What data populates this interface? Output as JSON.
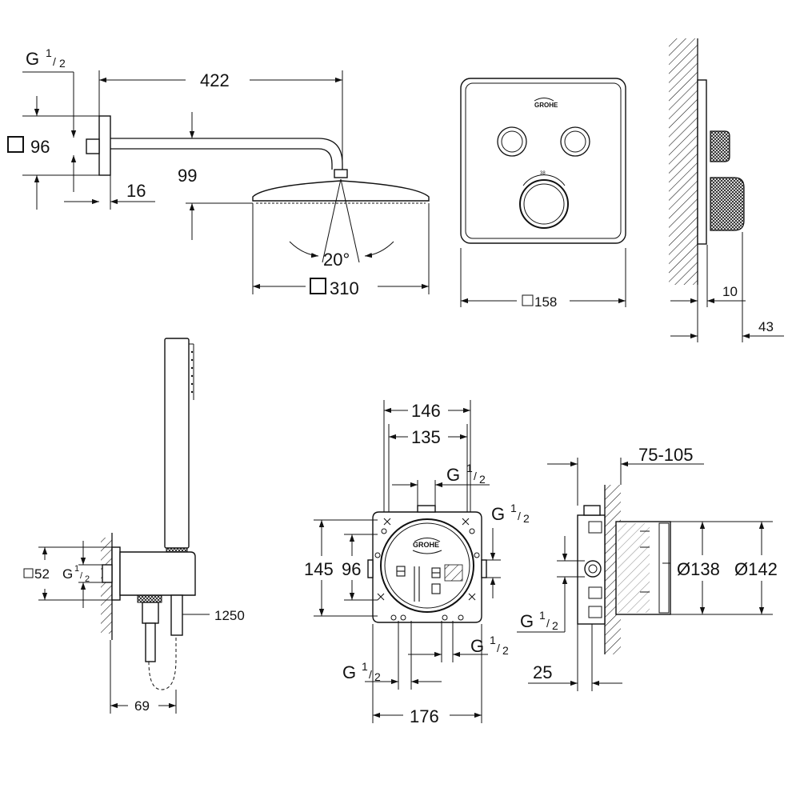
{
  "shower_head": {
    "thread_label": "G",
    "thread_fraction_num": "1",
    "thread_fraction_den": "2",
    "arm_length": "422",
    "wall_square": "96",
    "flange_depth": "16",
    "drop_height": "99",
    "tilt_angle": "20°",
    "head_square": "310"
  },
  "control_plate": {
    "brand": "GROHE",
    "scale_mark": "38",
    "plate_square": "158",
    "button_gap": "10",
    "handle_depth": "43"
  },
  "hand_shower": {
    "outlet_square": "52",
    "thread_label": "G",
    "thread_fraction_num": "1",
    "thread_fraction_den": "2",
    "hose_length": "1250",
    "outlet_depth": "69"
  },
  "rough_in_box": {
    "brand": "GROHE",
    "width_outer": "146",
    "width_inner": "135",
    "height_outer": "145",
    "height_inner": "96",
    "bottom_width": "176",
    "thread_label": "G",
    "thread_fraction_num": "1",
    "thread_fraction_den": "2"
  },
  "box_side": {
    "install_depth": "75-105",
    "diameter_inner": "Ø138",
    "diameter_outer": "Ø142",
    "offset": "25",
    "thread_label": "G",
    "thread_fraction_num": "1",
    "thread_fraction_den": "2"
  }
}
